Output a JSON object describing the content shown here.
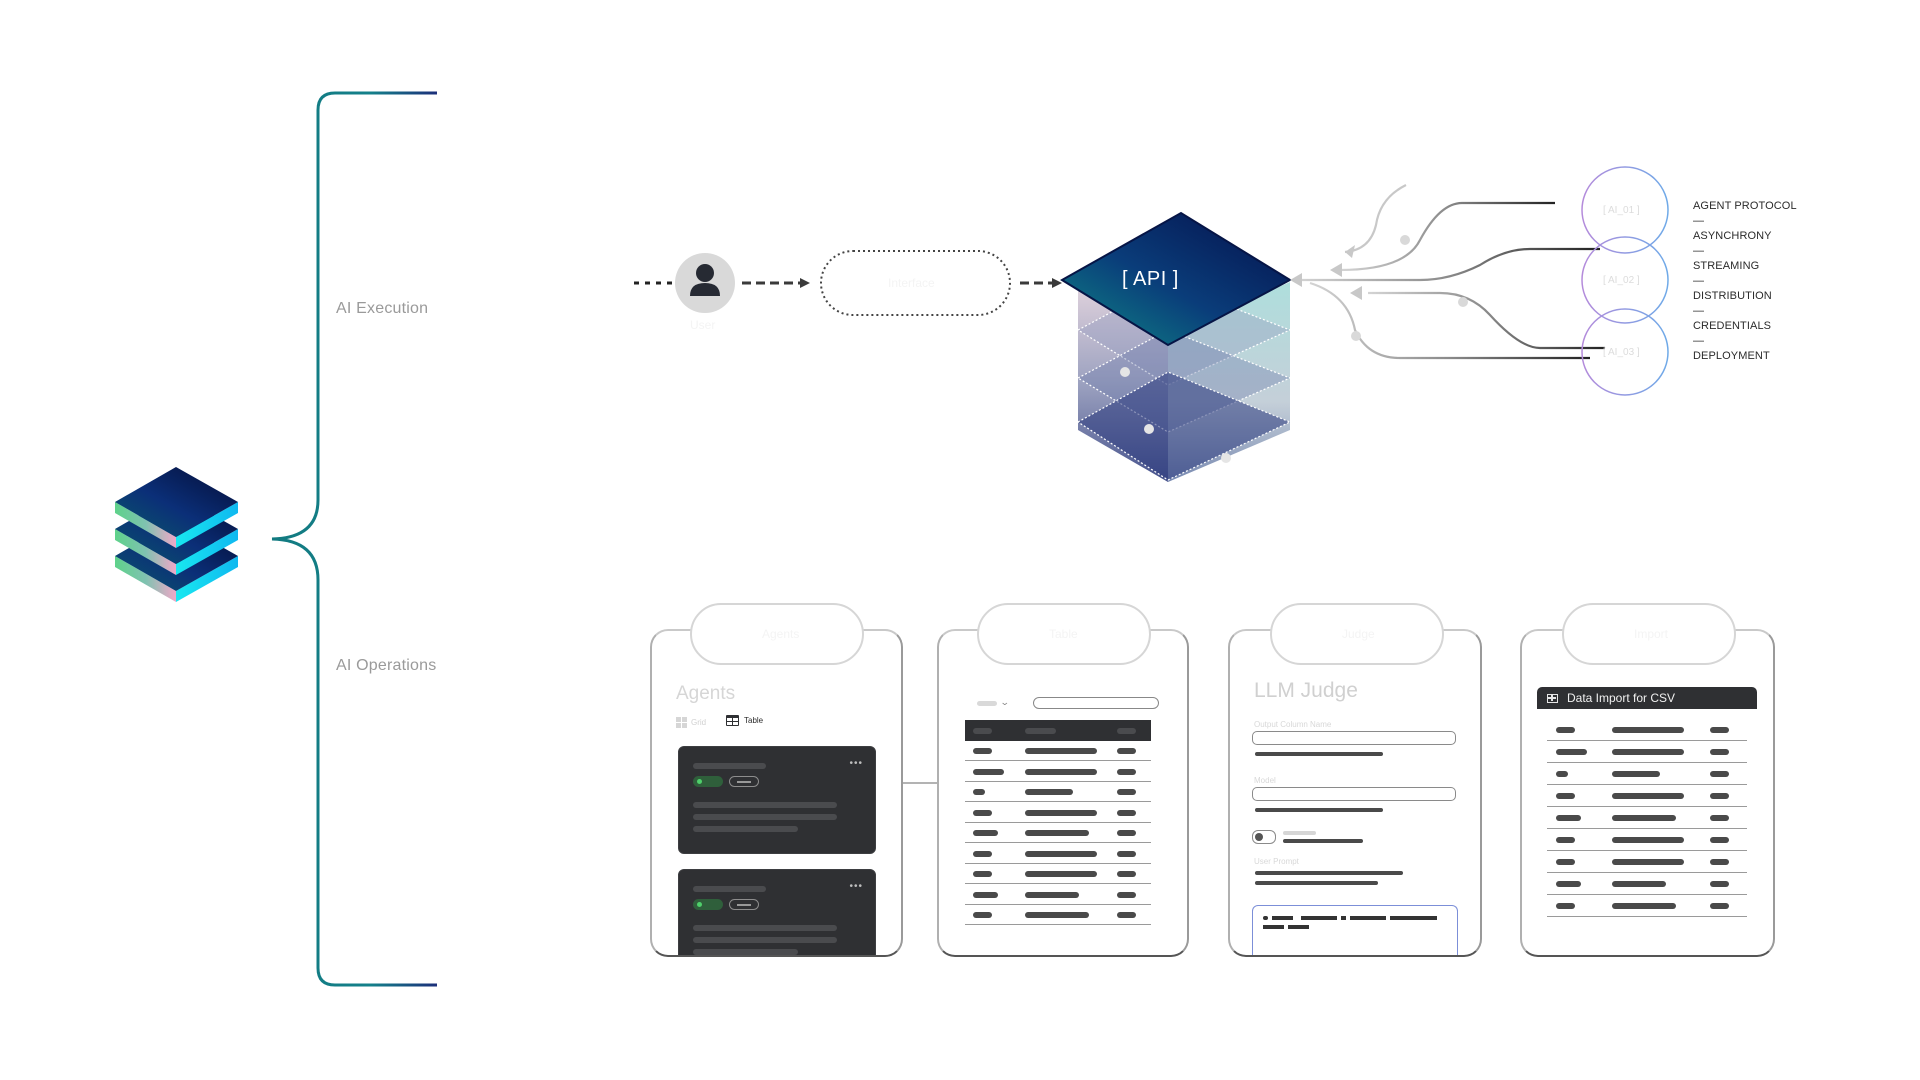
{
  "sections": {
    "execution_label": "AI Execution",
    "operations_label": "AI Operations"
  },
  "flow": {
    "user_icon": "user-icon",
    "user_caption": "User",
    "gateway_caption": "Interface",
    "api_label": "[ API ]"
  },
  "agents_nodes": [
    {
      "label": "[ AI_01 ]"
    },
    {
      "label": "[ AI_02 ]"
    },
    {
      "label": "[ AI_03 ]"
    }
  ],
  "protocol_features": [
    "AGENT PROTOCOL",
    "ASYNCHRONY",
    "STREAMING",
    "DISTRIBUTION",
    "CREDENTIALS",
    "DEPLOYMENT"
  ],
  "protocol_separator": "—",
  "cards": {
    "agents": {
      "tab_caption": "Agents",
      "title": "Agents",
      "view_grid_label": "Grid",
      "view_table_label": "Table",
      "more_icon": "more-icon",
      "more_label": "•••"
    },
    "table": {
      "tab_caption": "Table"
    },
    "judge": {
      "tab_caption": "Judge",
      "title": "LLM Judge",
      "output_column_label": "Output Column Name",
      "model_label": "Model",
      "user_prompt_label": "User Prompt"
    },
    "csv": {
      "tab_caption": "Import",
      "header_title": "Data Import for CSV",
      "header_icon": "table-icon"
    }
  },
  "colors": {
    "bracket_teal": "#127a80",
    "bracket_navy": "#1c2f7a",
    "api_top_start": "#0d7f80",
    "api_top_end": "#061a55",
    "node_ring_purple": "#b58bdb",
    "node_ring_blue": "#7aaee8",
    "dark_panel": "#2f3033"
  }
}
